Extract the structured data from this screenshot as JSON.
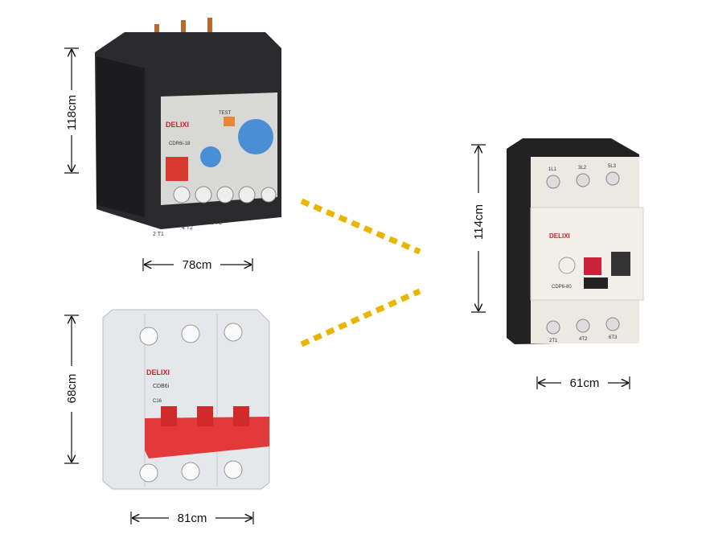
{
  "dimensions": {
    "relay_height": "118cm",
    "relay_width": "78cm",
    "breaker_height": "68cm",
    "breaker_width": "81cm",
    "protector_height": "114cm",
    "protector_width": "61cm"
  },
  "products": {
    "relay": {
      "brand": "DELIXI",
      "model": "CDR6i-18",
      "test_label": "TEST",
      "terminals": [
        "2 T1",
        "4 T2",
        "6 T3"
      ]
    },
    "breaker": {
      "brand": "DELIXI",
      "model": "CDB6i",
      "rating": "C16"
    },
    "protector": {
      "brand": "DELIXI",
      "model": "CDP6-80",
      "top_terminals": [
        "1L1",
        "3L2",
        "5L3"
      ],
      "bottom_terminals": [
        "2T1",
        "4T2",
        "6T3"
      ]
    }
  },
  "colors": {
    "connector": "#e8b600",
    "brand_red": "#d0202a",
    "dial_blue": "#4a8fd6"
  }
}
